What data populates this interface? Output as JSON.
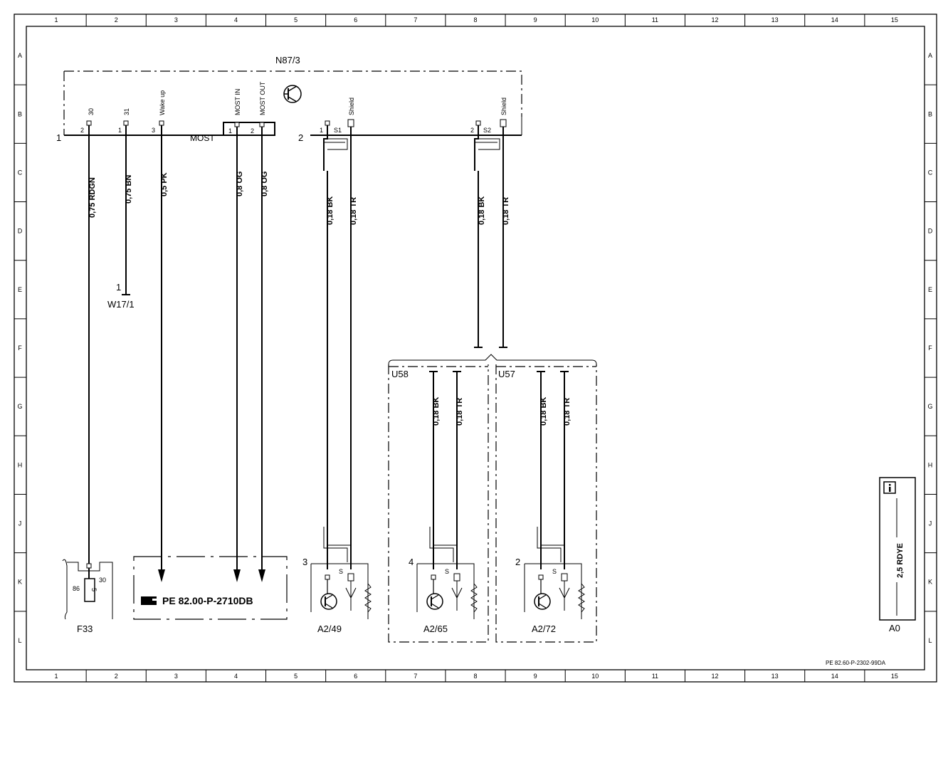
{
  "grid": {
    "columns": [
      "1",
      "2",
      "3",
      "4",
      "5",
      "6",
      "7",
      "8",
      "9",
      "10",
      "11",
      "12",
      "13",
      "14",
      "15"
    ],
    "rows": [
      "A",
      "B",
      "C",
      "D",
      "E",
      "F",
      "G",
      "H",
      "J",
      "K",
      "L"
    ]
  },
  "control_unit": {
    "name": "N87/3",
    "connector1": "1",
    "connector2": "2",
    "most_label": "MOST",
    "pins": [
      {
        "num": "2",
        "func": "30"
      },
      {
        "num": "1",
        "func": "31"
      },
      {
        "num": "3",
        "func": "Wake up"
      },
      {
        "num": "1",
        "func": "MOST IN"
      },
      {
        "num": "2",
        "func": "MOST OUT"
      },
      {
        "num": "1",
        "func": "Shield",
        "sub": "S1"
      },
      {
        "num": "2",
        "func": "Shield",
        "sub": "S2"
      }
    ]
  },
  "wires": [
    {
      "label": "0,75 RDGN"
    },
    {
      "label": "0,75 BN"
    },
    {
      "label": "0,5 PK"
    },
    {
      "label": "0,8 OG"
    },
    {
      "label": "0,8 OG"
    },
    {
      "label": "0,18 BK"
    },
    {
      "label": "0,18 TR"
    },
    {
      "label": "0,18 BK"
    },
    {
      "label": "0,18 TR"
    }
  ],
  "w17": {
    "pin": "1",
    "name": "W17/1"
  },
  "f33": {
    "name": "F33",
    "left": "86",
    "right": "30",
    "inner": "5"
  },
  "reference": {
    "text": "PE 82.00-P-2710DB"
  },
  "splices": {
    "u58": "U58",
    "u57": "U57",
    "wires": [
      {
        "label": "0,18 BK"
      },
      {
        "label": "0,18 TR"
      },
      {
        "label": "0,18 BK"
      },
      {
        "label": "0,18 TR"
      }
    ]
  },
  "antennas": [
    {
      "name": "A2/49",
      "pin": "3",
      "shield": "S"
    },
    {
      "name": "A2/65",
      "pin": "4",
      "shield": "S"
    },
    {
      "name": "A2/72",
      "pin": "2",
      "shield": "S"
    }
  ],
  "info_box": {
    "icon": "info-icon",
    "wire": "2,5 RDYE",
    "name": "A0"
  },
  "document_id": "PE 82.60-P-2302-99DA"
}
